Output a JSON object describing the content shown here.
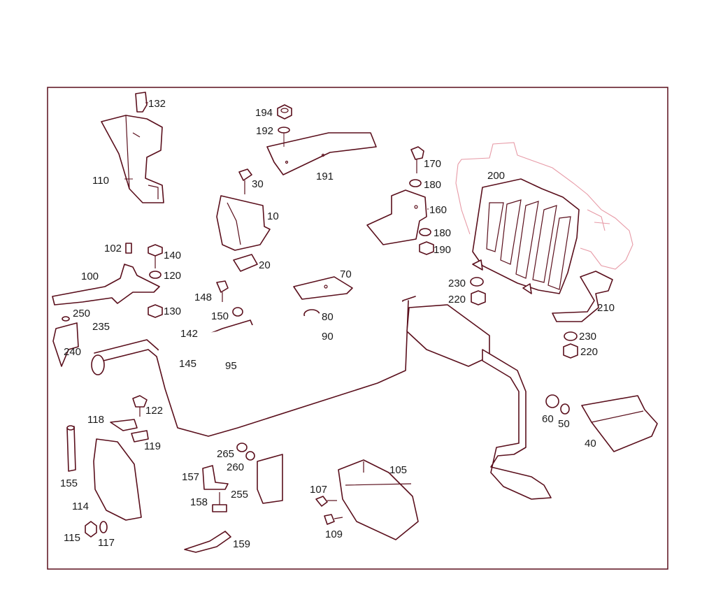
{
  "diagram": {
    "colors": {
      "line": "#5a0f1c",
      "engine_outline": "#e79aa6",
      "background": "#ffffff"
    },
    "labels": {
      "p10": "10",
      "p20": "20",
      "p30": "30",
      "p40": "40",
      "p50": "50",
      "p60": "60",
      "p70": "70",
      "p80": "80",
      "p90": "90",
      "p95": "95",
      "p100": "100",
      "p102": "102",
      "p105": "105",
      "p107": "107",
      "p109": "109",
      "p110": "110",
      "p114": "114",
      "p115": "115",
      "p117": "117",
      "p118": "118",
      "p119": "119",
      "p120": "120",
      "p122": "122",
      "p130": "130",
      "p132": "132",
      "p140": "140",
      "p142": "142",
      "p145": "145",
      "p148": "148",
      "p150": "150",
      "p155": "155",
      "p157": "157",
      "p158": "158",
      "p159": "159",
      "p160": "160",
      "p170": "170",
      "p180a": "180",
      "p180b": "180",
      "p190": "190",
      "p191": "191",
      "p192": "192",
      "p194": "194",
      "p200": "200",
      "p210": "210",
      "p220a": "220",
      "p220b": "220",
      "p230a": "230",
      "p230b": "230",
      "p235": "235",
      "p240": "240",
      "p250": "250",
      "p255": "255",
      "p260": "260",
      "p265": "265"
    }
  }
}
